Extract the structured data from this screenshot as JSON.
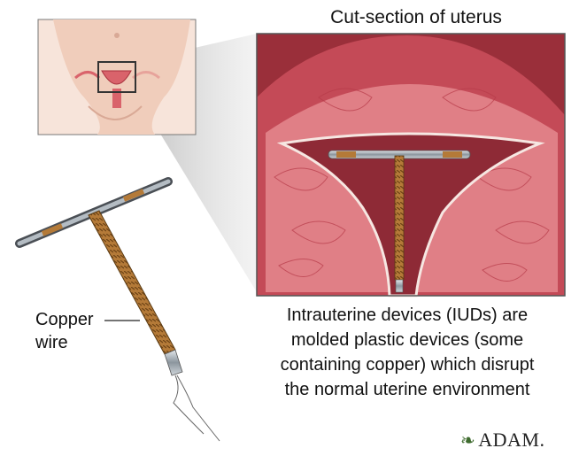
{
  "title": "Cut-section of uterus",
  "description_lines": [
    "Intrauterine devices (IUDs) are",
    "molded plastic devices (some",
    "containing copper) which disrupt",
    "the normal uterine environment"
  ],
  "copper_label_lines": [
    "Copper",
    "wire"
  ],
  "brand": "ADAM.",
  "brand_leaf_icon": "leaf-icon",
  "colors": {
    "tissue": "#d9636b",
    "tissue_dark": "#a8323d",
    "skin": "#f3d6c8",
    "copper": "#b9803e",
    "steel": "#9aa4ad"
  }
}
